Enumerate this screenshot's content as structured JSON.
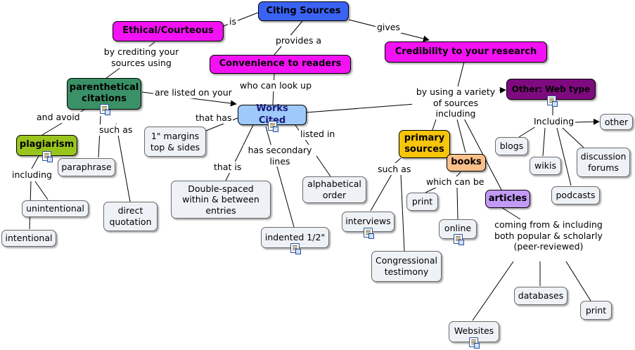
{
  "colors": {
    "blue": "#3a63f5",
    "magenta": "#f312f3",
    "green": "#3a9167",
    "lime": "#99c41e",
    "lightblue": "#9fc9fb",
    "purple": "#7f0a7f",
    "gold": "#f7c50a",
    "tan": "#fcc08a",
    "lavender": "#c39af7",
    "plain": "#eef2f6"
  },
  "concepts": {
    "citing_sources": "Citing Sources",
    "ethical": "Ethical/Courteous",
    "convenience": "Convenience to readers",
    "credibility": "Credibility to your research",
    "parenthetical": "parenthetical citations",
    "works_cited": "Works Cited",
    "plagiarism": "plagiarism",
    "other_web": "Other: Web type",
    "primary_sources": "primary sources",
    "books": "books",
    "articles": "articles",
    "unintentional": "unintentional",
    "intentional": "intentional",
    "paraphrase": "paraphrase",
    "direct_quotation": "direct quotation",
    "margins": "1\" margins top & sides",
    "double_spaced": "Double-spaced within & between entries",
    "indented": "indented 1/2\"",
    "alphabetical": "alphabetical order",
    "interviews": "interviews",
    "congressional": "Congressional testimony",
    "print1": "print",
    "online": "online",
    "blogs": "blogs",
    "wikis": "wikis",
    "podcasts": "podcasts",
    "discussion_forums": "discussion forums",
    "other": "other",
    "databases": "databases",
    "print2": "print",
    "websites": "Websites"
  },
  "phrases": {
    "is": "is",
    "provides_a": "provides a",
    "gives": "gives",
    "by_crediting": "by crediting your sources using",
    "who_can_look_up": "who can look up",
    "are_listed_on": "are listed on your",
    "and_avoid": "and avoid",
    "such_as_1": "such as",
    "including_1": "including",
    "that_has": "that has",
    "that_is": "that is",
    "has_secondary": "has secondary lines",
    "listed_in": "listed in",
    "by_using_variety": "by using a variety of sources including",
    "such_as_2": "such as",
    "which_can_be": "which can be",
    "including_2": "Including",
    "coming_from": "coming from & including both popular & scholarly (peer-reviewed)"
  }
}
